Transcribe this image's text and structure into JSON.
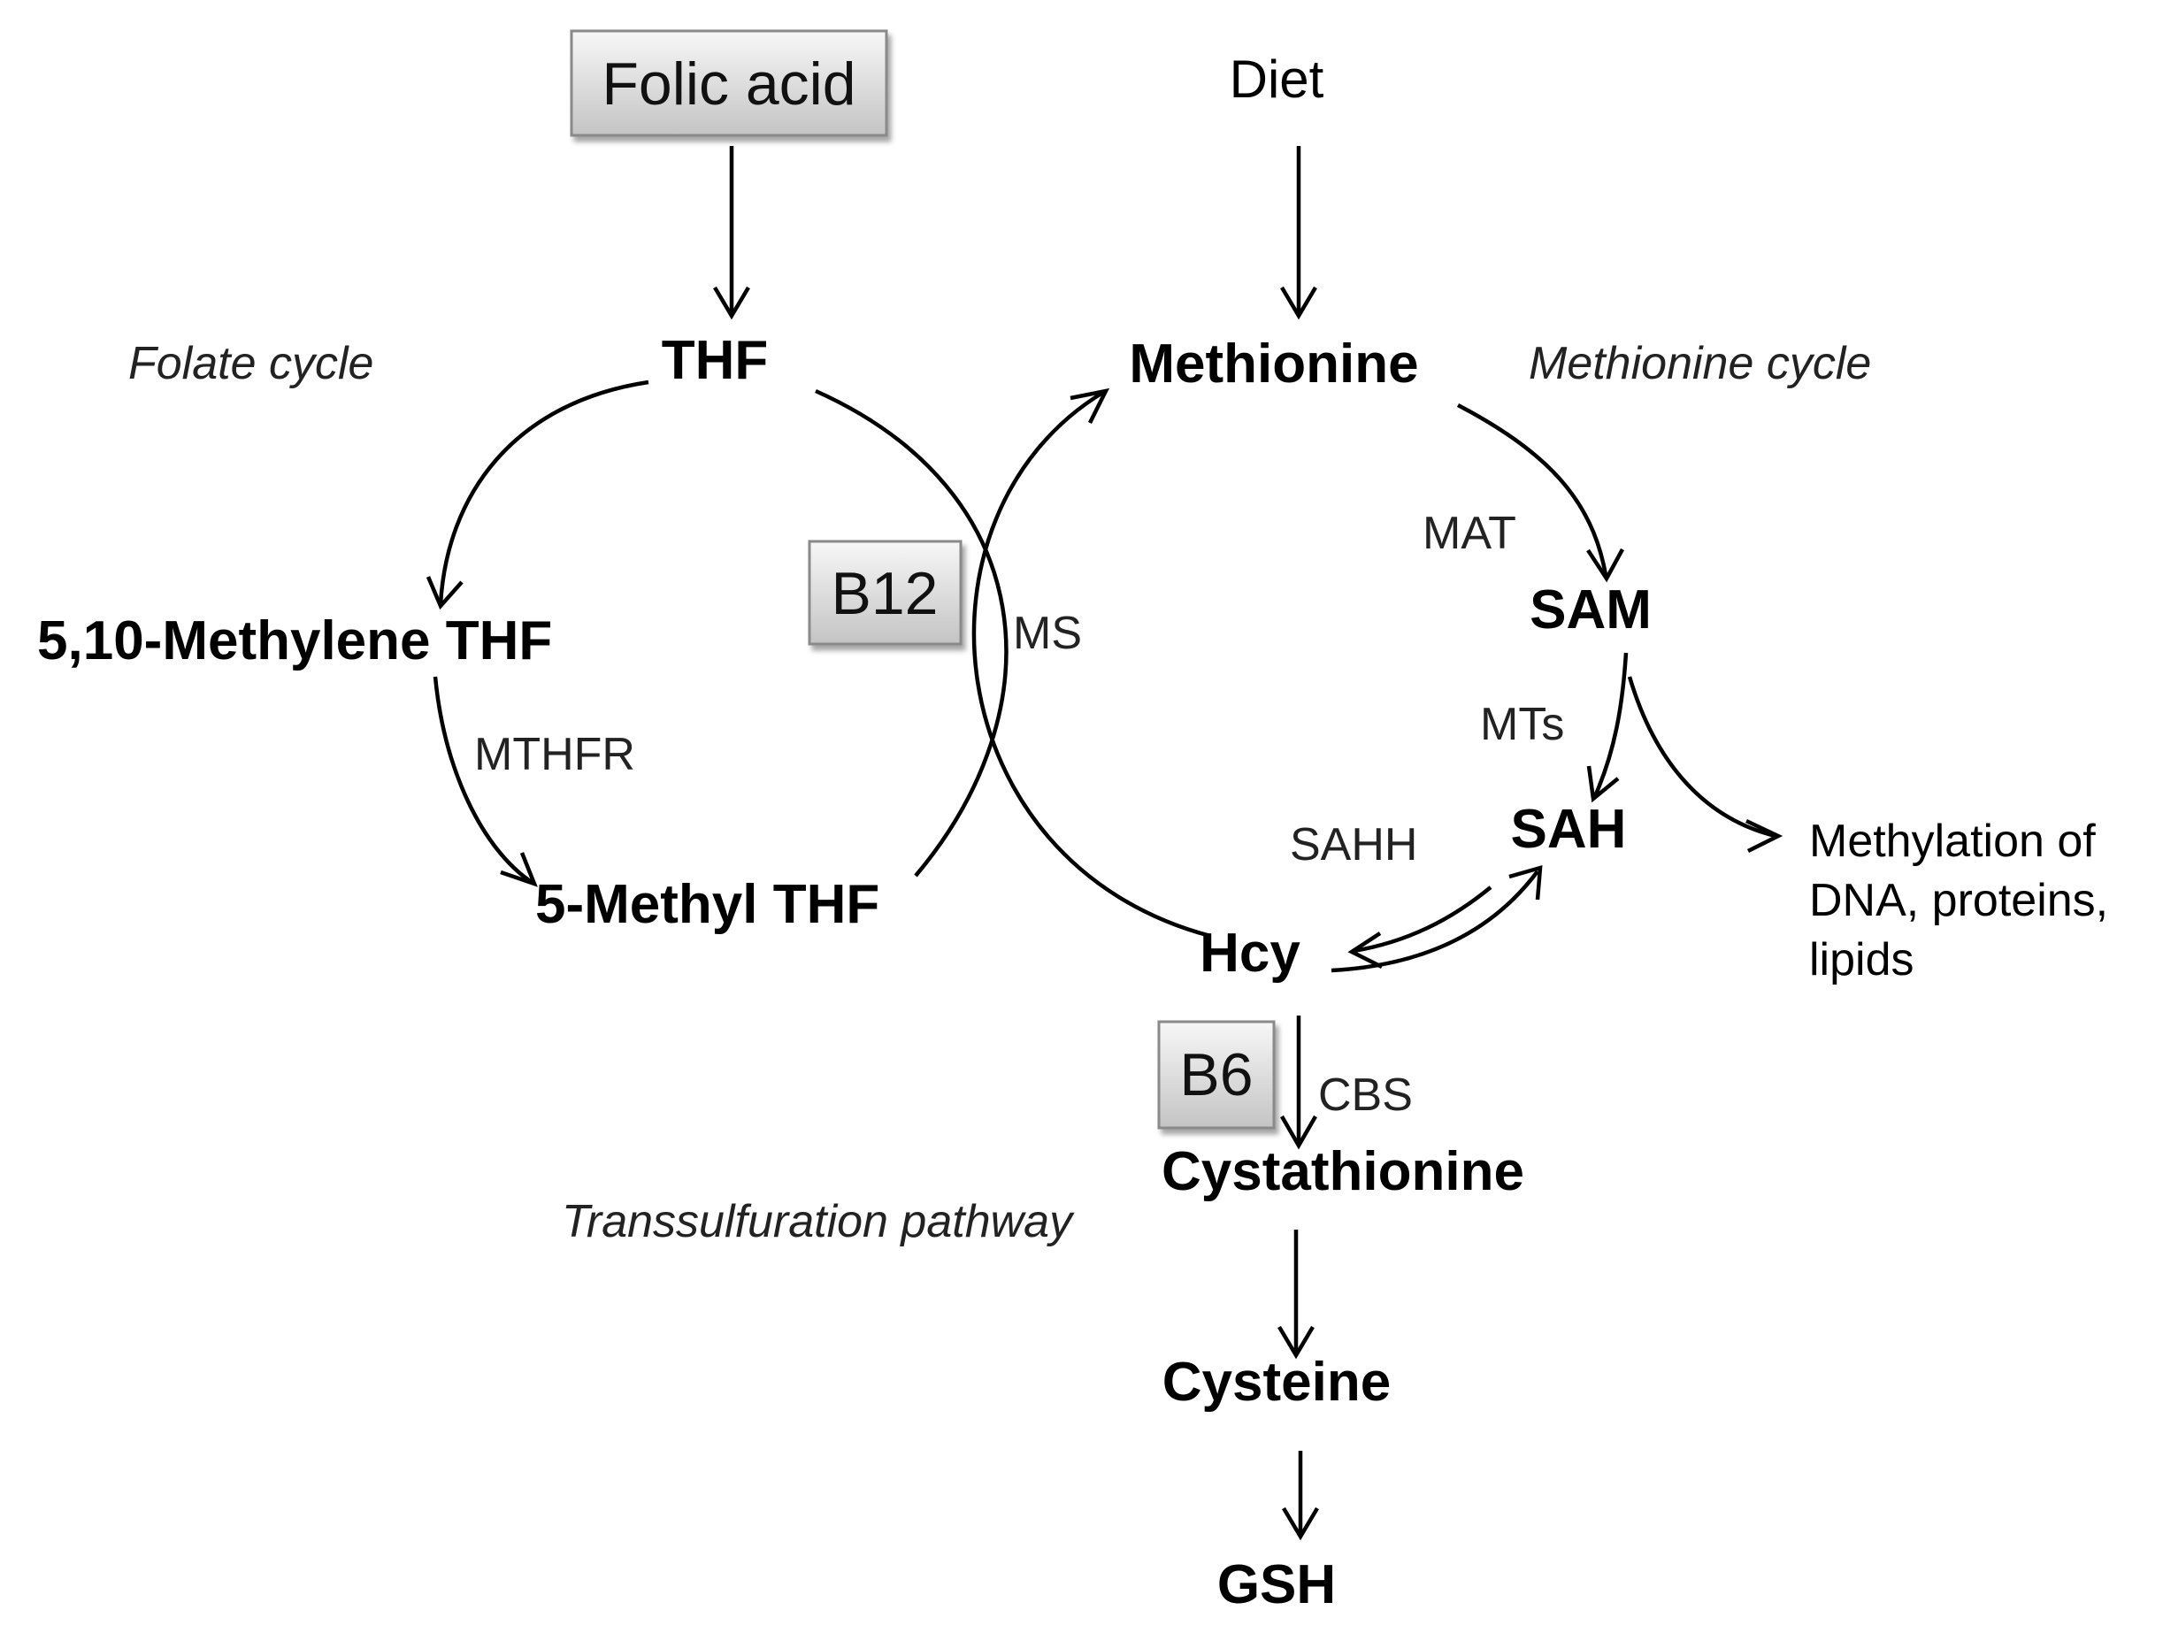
{
  "nodes": {
    "folic_acid": "Folic acid",
    "diet": "Diet",
    "thf": "THF",
    "methionine": "Methionine",
    "methylene_thf": "5,10-Methylene THF",
    "methyl_thf": "5-Methyl THF",
    "sam": "SAM",
    "sah": "SAH",
    "hcy": "Hcy",
    "cystathionine": "Cystathionine",
    "cysteine": "Cysteine",
    "gsh": "GSH"
  },
  "cofactors": {
    "b12": "B12",
    "b6": "B6"
  },
  "enzymes": {
    "mthfr": "MTHFR",
    "ms": "MS",
    "mat": "MAT",
    "mts": "MTs",
    "sahh": "SAHH",
    "cbs": "CBS"
  },
  "cycles": {
    "folate": "Folate cycle",
    "methionine": "Methionine cycle",
    "transsulfuration": "Transsulfuration pathway"
  },
  "methylation_targets": [
    "Methylation of",
    "DNA, proteins,",
    "lipids"
  ],
  "colors": {
    "box_fill_top": "#f7f7f7",
    "box_fill_bottom": "#c4c4c4",
    "box_border": "#8a8a8a",
    "stroke": "#000000"
  }
}
